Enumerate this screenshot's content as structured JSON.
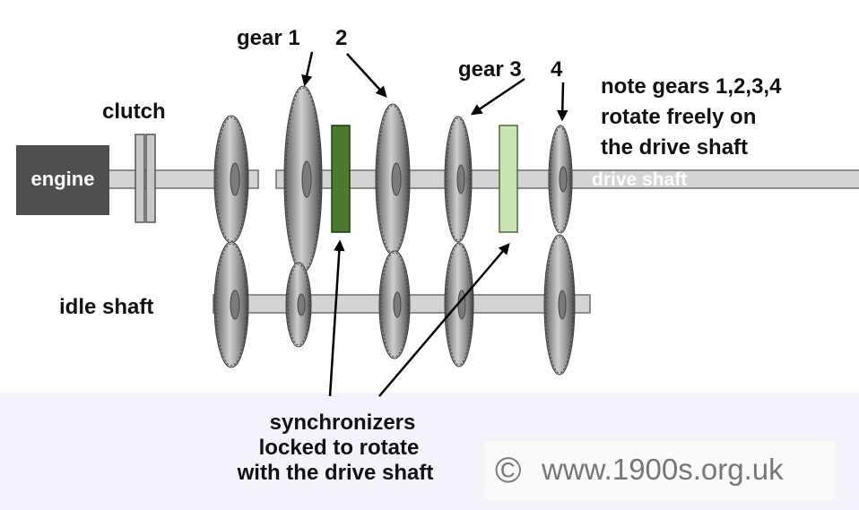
{
  "labels": {
    "engine": "engine",
    "clutch": "clutch",
    "gear1": "gear 1",
    "gear2": "2",
    "gear3": "gear 3",
    "gear4": "4",
    "note_line1": "note gears 1,2,3,4",
    "note_line2": "rotate freely on",
    "note_line3": "the drive shaft",
    "drive_shaft": "drive shaft",
    "idle_shaft": "idle shaft",
    "sync_line1": "synchronizers",
    "sync_line2": "locked to rotate",
    "sync_line3": "with the drive shaft",
    "watermark_symbol": "©",
    "watermark_text": "www.1900s.org.uk"
  },
  "colors": {
    "engine_box": "#4f4f4f",
    "synchronizer_1": "#4a7a2c",
    "synchronizer_2": "#c9e6b4",
    "shaft": "#d4d4d4",
    "bottom_panel": "#f3f3fb",
    "watermark_panel": "#fafafa",
    "watermark_text": "#777777"
  }
}
